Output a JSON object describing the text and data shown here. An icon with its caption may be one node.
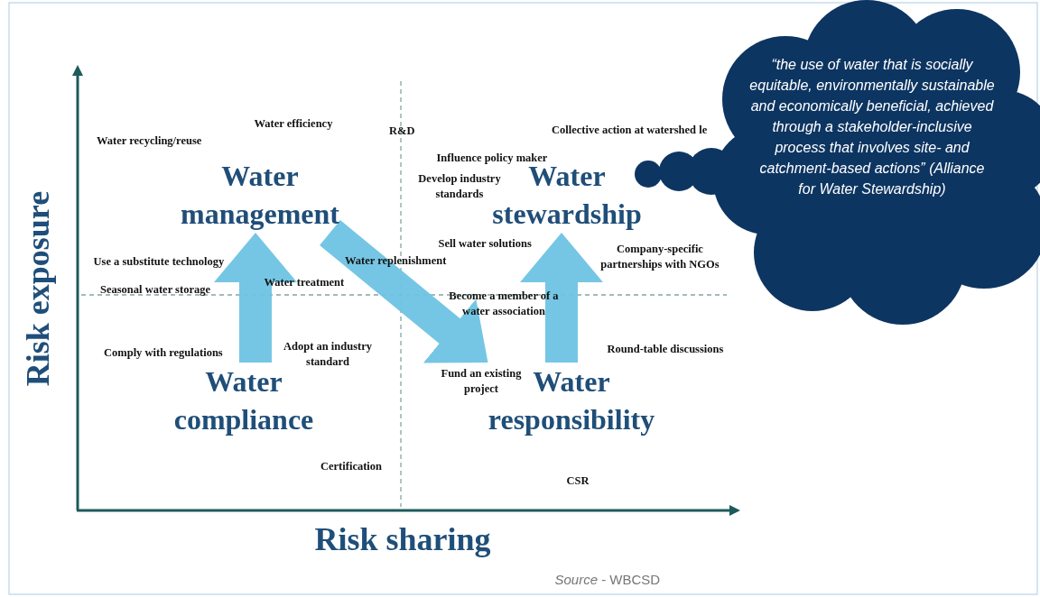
{
  "diagram": {
    "nodes": [
      {
        "text": [
          "Water management"
        ]
      },
      {
        "text": [
          "Water stewardship"
        ]
      },
      {
        "text": [
          "Water compliance"
        ]
      },
      {
        "text": [
          "Water responsibility"
        ]
      },
      {
        "text": [
          "“the use of water that is socially equitable, environmentally sustainable and economically beneficial, achieved through a stakeholder-inclusive process that involves site- and catchment-based actions” (Alliance for Water Stewardship)"
        ]
      }
    ],
    "edges": [
      {
        "from": 2,
        "to": 0,
        "arrow": "to"
      },
      {
        "from": 0,
        "to": 3,
        "arrow": "to"
      },
      {
        "from": 3,
        "to": 1,
        "arrow": "to"
      }
    ],
    "labels": [
      "Water efficiency",
      "R&D",
      "Water recycling/reuse",
      "Collective action at watershed le",
      "Influence policy maker",
      "Develop industry standards",
      "Sell water solutions",
      "Use a substitute technology",
      "Company-specific partnerships with NGOs",
      "Water replenishment",
      "Water treatment",
      "Seasonal water storage",
      "Become a member of a water association",
      "Comply with regulations",
      "Adopt an industry standard",
      "Round-table discussions",
      "Fund an existing project",
      "Certification",
      "CSR",
      "Risk exposure",
      "Risk sharing",
      "*Source* - WBCSD"
    ]
  }
}
